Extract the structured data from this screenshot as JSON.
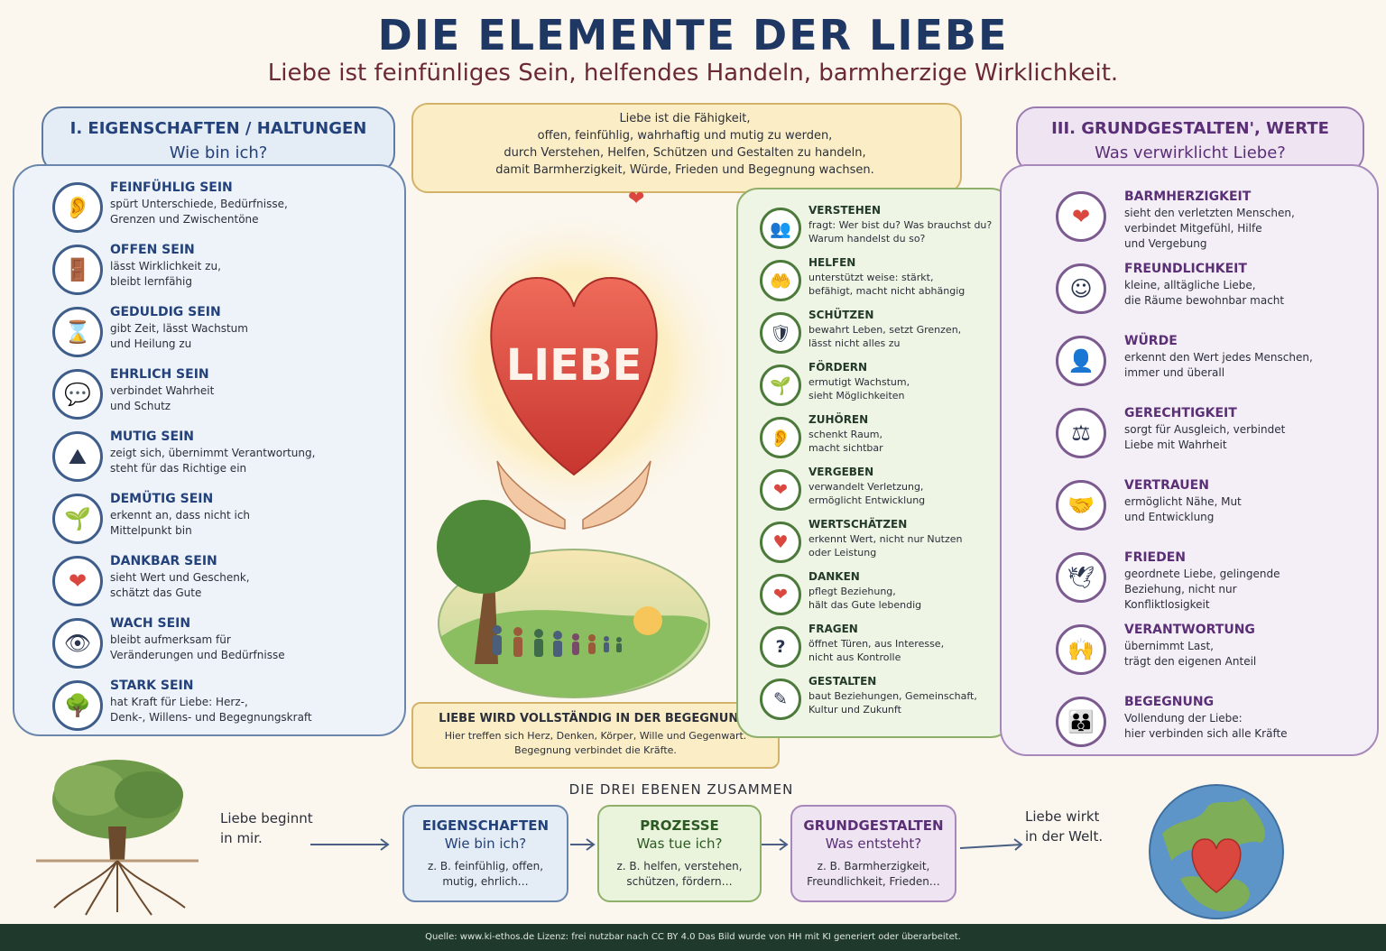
{
  "title": "DIE ELEMENTE DER LIEBE",
  "subtitle": "Liebe ist feinfünliges Sein, helfendes Handeln, barmherzige Wirklichkeit.",
  "left": {
    "header_title": "I. EIGENSCHAFTEN / HALTUNGEN",
    "header_sub": "Wie bin ich?",
    "items": [
      {
        "icon": "ear-heart-icon",
        "title": "FEINFÜHLIG SEIN",
        "desc": "spürt Unterschiede, Bedürfnisse,\nGrenzen und Zwischentöne"
      },
      {
        "icon": "door-icon",
        "title": "OFFEN SEIN",
        "desc": "lässt Wirklichkeit zu,\nbleibt lernfähig"
      },
      {
        "icon": "hourglass-icon",
        "title": "GEDULDIG SEIN",
        "desc": "gibt Zeit, lässt Wachstum\nund Heilung zu"
      },
      {
        "icon": "speech-heart-icon",
        "title": "EHRLICH SEIN",
        "desc": "verbindet Wahrheit\nund Schutz"
      },
      {
        "icon": "mountain-flag-icon",
        "title": "MUTIG SEIN",
        "desc": "zeigt sich, übernimmt Verantwortung,\nsteht für das Richtige ein"
      },
      {
        "icon": "sprout-icon",
        "title": "DEMÜTIG SEIN",
        "desc": "erkennt an, dass nicht ich\nMittelpunkt bin"
      },
      {
        "icon": "hands-heart-icon",
        "title": "DANKBAR SEIN",
        "desc": "sieht Wert und Geschenk,\nschätzt das Gute"
      },
      {
        "icon": "eye-icon",
        "title": "WACH SEIN",
        "desc": "bleibt aufmerksam für\nVeränderungen und Bedürfnisse"
      },
      {
        "icon": "tree-icon",
        "title": "STARK SEIN",
        "desc": "hat Kraft für Liebe: Herz-,\nDenk-, Willens- und Begegnungskraft"
      }
    ]
  },
  "center": {
    "speech": "Liebe ist die Fähigkeit,\noffen, feinfühlig, wahrhaftig und mutig zu werden,\ndurch Verstehen, Helfen, Schützen und Gestalten zu handeln,\ndamit Barmherzigkeit, Würde, Frieden und Begegnung wachsen.",
    "heart_label": "LIEBE",
    "bottom_title": "LIEBE WIRD VOLLSTÄNDIG IN DER BEGEGNUNG.",
    "bottom_desc": "Hier treffen sich Herz, Denken, Körper, Wille und Gegenwart.\nBegegnung verbindet die Kräfte."
  },
  "middle": {
    "items": [
      {
        "icon": "two-people-icon",
        "title": "VERSTEHEN",
        "desc": "fragt: Wer bist du? Was brauchst du?\nWarum handelst du so?"
      },
      {
        "icon": "helping-hands-icon",
        "title": "HELFEN",
        "desc": "unterstützt weise: stärkt,\nbefähigt, macht nicht abhängig"
      },
      {
        "icon": "shield-icon",
        "title": "SCHÜTZEN",
        "desc": "bewahrt Leben, setzt Grenzen,\nlässt nicht alles zu"
      },
      {
        "icon": "seedling-icon",
        "title": "FÖRDERN",
        "desc": "ermutigt Wachstum,\nsieht Möglichkeiten"
      },
      {
        "icon": "ear-icon",
        "title": "ZUHÖREN",
        "desc": "schenkt Raum,\nmacht sichtbar"
      },
      {
        "icon": "hands-heart-icon",
        "title": "VERGEBEN",
        "desc": "verwandelt Verletzung,\nermöglicht Entwicklung"
      },
      {
        "icon": "heart-icon",
        "title": "WERTSCHÄTZEN",
        "desc": "erkennt Wert, nicht nur Nutzen\noder Leistung"
      },
      {
        "icon": "hands-heart-icon",
        "title": "DANKEN",
        "desc": "pflegt Beziehung,\nhält das Gute lebendig"
      },
      {
        "icon": "question-icon",
        "title": "FRAGEN",
        "desc": "öffnet Türen, aus Interesse,\nnicht aus Kontrolle"
      },
      {
        "icon": "pencil-icon",
        "title": "GESTALTEN",
        "desc": "baut Beziehungen, Gemeinschaft,\nKultur und Zukunft"
      }
    ]
  },
  "right": {
    "header_title": "III. GRUNDGESTALTEN', WERTE",
    "header_sub": "Was verwirklicht Liebe?",
    "items": [
      {
        "icon": "hands-heart-icon",
        "title": "BARMHERZIGKEIT",
        "desc": "sieht den verletzten Menschen,\nverbindet Mitgefühl, Hilfe\nund Vergebung"
      },
      {
        "icon": "smiley-icon",
        "title": "FREUNDLICHKEIT",
        "desc": "kleine, alltägliche Liebe,\ndie Räume bewohnbar macht"
      },
      {
        "icon": "person-icon",
        "title": "WÜRDE",
        "desc": "erkennt den Wert jedes Menschen,\nimmer und überall"
      },
      {
        "icon": "scales-icon",
        "title": "GERECHTIGKEIT",
        "desc": "sorgt für Ausgleich, verbindet\nLiebe mit Wahrheit"
      },
      {
        "icon": "handshake-icon",
        "title": "VERTRAUEN",
        "desc": "ermöglicht Nähe, Mut\nund Entwicklung"
      },
      {
        "icon": "dove-icon",
        "title": "FRIEDEN",
        "desc": "geordnete Liebe, gelingende\nBeziehung, nicht nur\nKonfliktlosigkeit"
      },
      {
        "icon": "hands-person-icon",
        "title": "VERANTWORTUNG",
        "desc": "übernimmt Last,\nträgt den eigenen Anteil"
      },
      {
        "icon": "group-icon",
        "title": "BEGEGNUNG",
        "desc": "Vollendung der Liebe:\nhier verbinden sich alle Kräfte"
      }
    ]
  },
  "bottom": {
    "heading": "DIE DREI EBENEN ZUSAMMEN",
    "left_text": "Liebe beginnt\nin mir.",
    "right_text": "Liebe wirkt\nin der Welt.",
    "boxes": [
      {
        "title": "EIGENSCHAFTEN",
        "sub": "Wie bin ich?",
        "desc": "z. B. feinfühlig, offen,\nmutig, ehrlich…"
      },
      {
        "title": "PROZESSE",
        "sub": "Was tue ich?",
        "desc": "z. B. helfen, verstehen,\nschützen, fördern…"
      },
      {
        "title": "GRUNDGESTALTEN",
        "sub": "Was entsteht?",
        "desc": "z. B. Barmherzigkeit,\nFreundlichkeit, Frieden…"
      }
    ]
  },
  "footer": "Quelle: www.ki-ethos.de Lizenz: frei nutzbar nach CC BY 4.0 Das Bild wurde von HH mit KI generiert oder überarbeitet.",
  "colors": {
    "left": "#3e5d8a",
    "middle": "#4c7a3a",
    "right": "#7b5a8f",
    "heart": "#d9473f"
  }
}
